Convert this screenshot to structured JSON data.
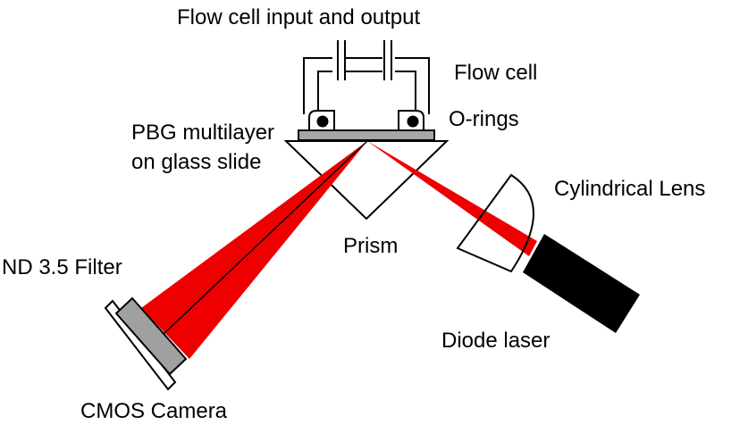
{
  "labels": {
    "flow_io": "Flow cell input and output",
    "flow_cell": "Flow cell",
    "o_rings": "O-rings",
    "pbg_line1": "PBG multilayer",
    "pbg_line2": "on glass slide",
    "cyl_lens": "Cylindrical Lens",
    "prism": "Prism",
    "nd_filter": "ND 3.5 Filter",
    "diode_laser": "Diode laser",
    "cmos": "CMOS Camera"
  },
  "colors": {
    "beam": "#ee0000",
    "slide": "#a6a6a6",
    "filter": "#a0a0a0",
    "laser": "#000000",
    "outline": "#000000"
  }
}
